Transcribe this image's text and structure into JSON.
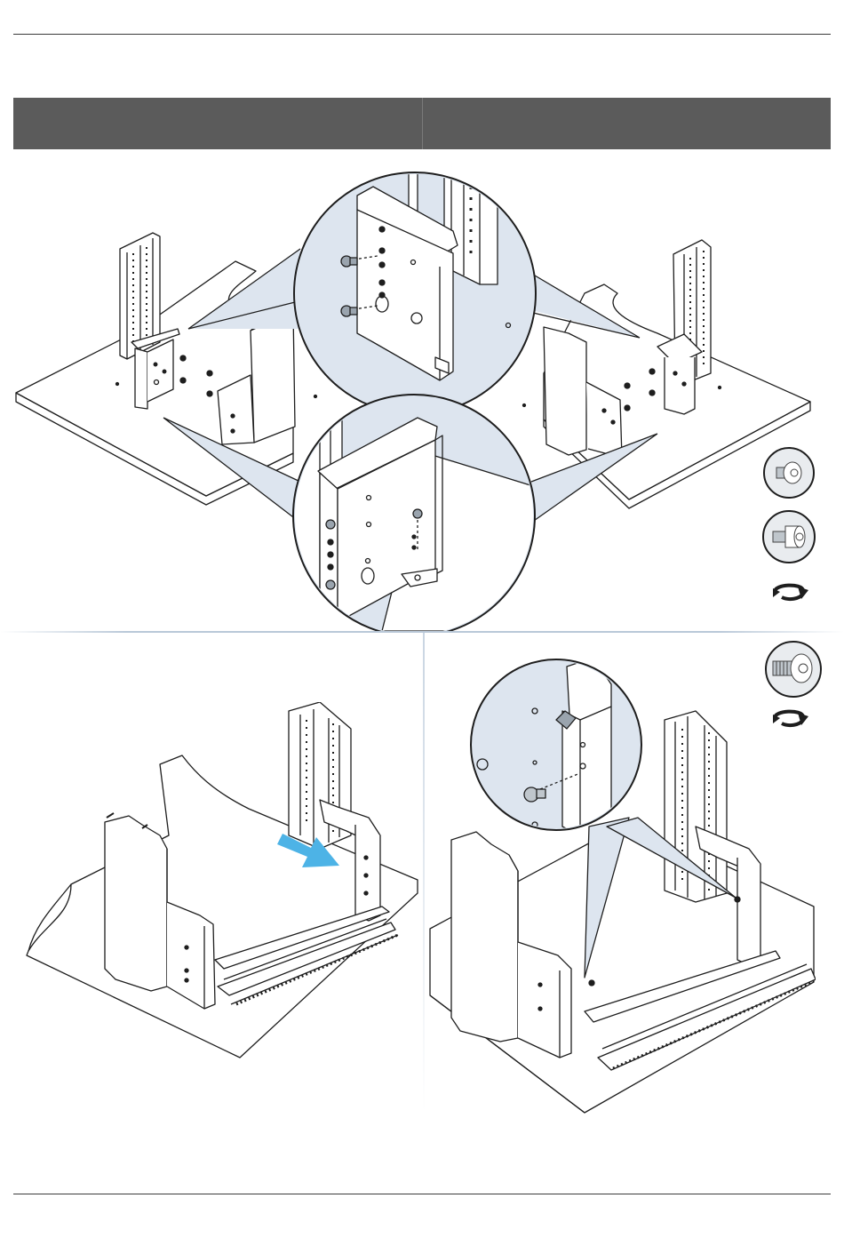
{
  "header": {
    "left_title": "",
    "right_title": ""
  },
  "colors": {
    "header_bar": "#5b5b5b",
    "callout_fill": "#dde5ef",
    "arrow_blue": "#4db3e6",
    "line": "#1e1e1e"
  },
  "steps": [
    {
      "name": "attach-brackets-to-legs",
      "tool_icons": [
        "button-head-screw-icon",
        "socket-cap-screw-icon",
        "clockwise-rotate-icon"
      ]
    },
    {
      "name": "insert-crossbar",
      "tool_icons": []
    },
    {
      "name": "secure-crossbar",
      "tool_icons": [
        "threaded-screw-icon",
        "clockwise-rotate-icon"
      ]
    }
  ]
}
